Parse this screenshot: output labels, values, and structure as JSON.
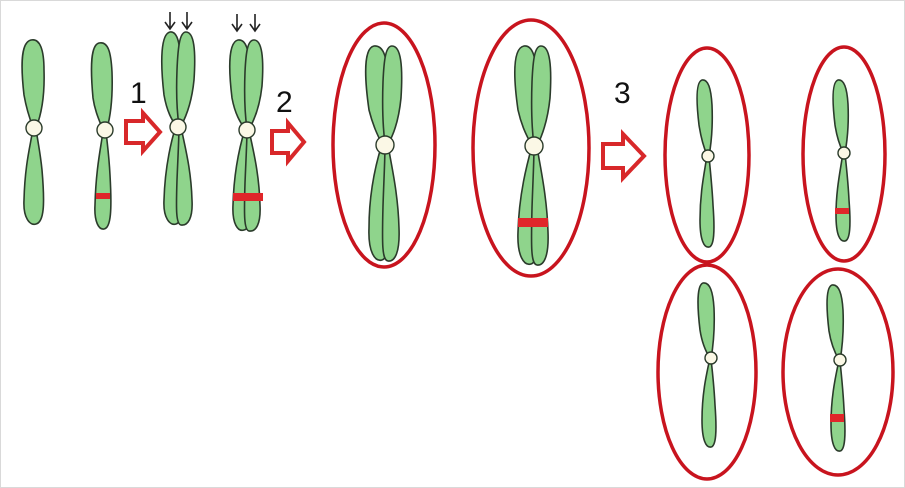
{
  "steps": [
    {
      "id": "step-1",
      "label": "1"
    },
    {
      "id": "step-2",
      "label": "2"
    },
    {
      "id": "step-3",
      "label": "3"
    }
  ],
  "colors": {
    "chromatid_fill": "#8fd48c",
    "chromatid_stroke": "#2b3b2b",
    "centromere_fill": "#fbf8e6",
    "marker": "#e0262a",
    "ellipse": "#c8141e",
    "arrow": "#d8282a",
    "frame": "#d9d9d9"
  },
  "stages": {
    "unreplicated": [
      "plain",
      "marked"
    ],
    "replicated": [
      "plain",
      "marked"
    ],
    "separated_pairs": [
      "plain",
      "marked"
    ],
    "daughter_chromosomes": [
      "plain",
      "plain-lower",
      "marked-upper",
      "marked-lower"
    ]
  },
  "icons": {
    "process_arrow": "hollow-right-arrow-icon",
    "replication_pointer": "down-arrow-icon"
  }
}
